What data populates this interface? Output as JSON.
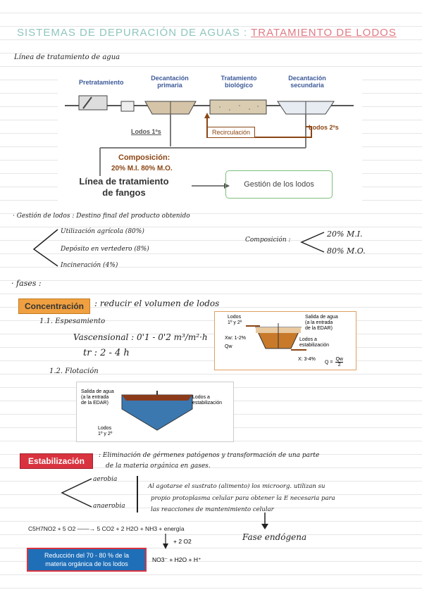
{
  "title": {
    "part1": "SISTEMAS DE DEPURACIÓN DE AGUAS :",
    "part2": "TRATAMIENTO DE LODOS"
  },
  "section1": {
    "heading": "Línea de tratamiento de agua"
  },
  "diagram1": {
    "pretratamiento": "Pretratamiento",
    "decantacion_primaria": [
      "Decantación",
      "primaria"
    ],
    "tratamiento_biologico": [
      "Tratamiento",
      "biológico"
    ],
    "decantacion_secundaria": [
      "Decantación",
      "secundaria"
    ],
    "lodos1": "Lodos 1ºs",
    "recirculacion": "Recirculación",
    "lodos2": "Lodos 2ºs",
    "composicion": "Composición:",
    "composicion_valores": "20% M.I.  80% M.O.",
    "linea_fangos": [
      "Línea de tratamiento",
      "de fangos"
    ],
    "gestion": "Gestión de los lodos"
  },
  "gestion_lodos": {
    "heading": "· Gestión de lodos : Destino final del producto obtenido",
    "items": [
      "Utilización agrícola (80%)",
      "Depósito en vertedero (8%)",
      "Incineración (4%)"
    ],
    "composicion_label": "Composición :",
    "composicion_items": [
      "20% M.I.",
      "80% M.O."
    ]
  },
  "fases": {
    "heading": "· fases :"
  },
  "concentracion": {
    "badge": "Concentración",
    "desc": ": reducir el volumen de lodos",
    "sub1": "1.1. Espesamiento",
    "v_line": "Vascensional : 0'1 - 0'2 m³/m²·h",
    "tr_line": "tr : 2 - 4 h",
    "sub2": "1.2. Flotación",
    "diagram": {
      "lodos_in": [
        "Lodos",
        "1º y 2º"
      ],
      "xw": "Xw: 1-2%",
      "qw": "Qw",
      "salida": [
        "Salida de agua",
        "(a la entrada",
        "de la EDAR)"
      ],
      "lodos_out": [
        "Lodos a",
        "estabilización"
      ],
      "x_out": "X: 3-4%",
      "q_out_lhs": "Q =",
      "q_out_num": "Qw",
      "q_out_den": "2"
    },
    "flot": {
      "salida": [
        "Salida de agua",
        "(a la entrada",
        "de la EDAR)"
      ],
      "lodos_out": [
        "Lodos a",
        "estabilización"
      ],
      "lodos_in": [
        "Lodos",
        "1º y 2º"
      ]
    }
  },
  "estabilizacion": {
    "badge": "Estabilización",
    "desc1": ": Eliminación de gérmenes patógenos y transformación de una parte",
    "desc2": "de la materia orgánica en gases.",
    "aerobia": "aerobia",
    "anaerobia": "anaerobia",
    "explain1": "Al agotarse el sustrato (alimento) los microorg. utilizan su",
    "explain2": "propio protoplasma celular para obtener la E necesaria para",
    "explain3": "las reacciones de mantenimiento celular",
    "fase_endogena": "Fase endógena",
    "equation": "C5H7NO2 + 5 O2 ——→ 5 CO2 + 2 H2O + NH3 + energía",
    "plus_o2": "+ 2 O2",
    "products": "NO3⁻ + H2O + H⁺",
    "reduccion": [
      "Reducción del 70 - 80 % de la",
      "materia orgánica de los lodos"
    ]
  },
  "colors": {
    "teal": "#8fc6bd",
    "pink": "#e07a84",
    "orange": "#f0a040",
    "red": "#d9333f",
    "blue": "#1f6fb8"
  }
}
